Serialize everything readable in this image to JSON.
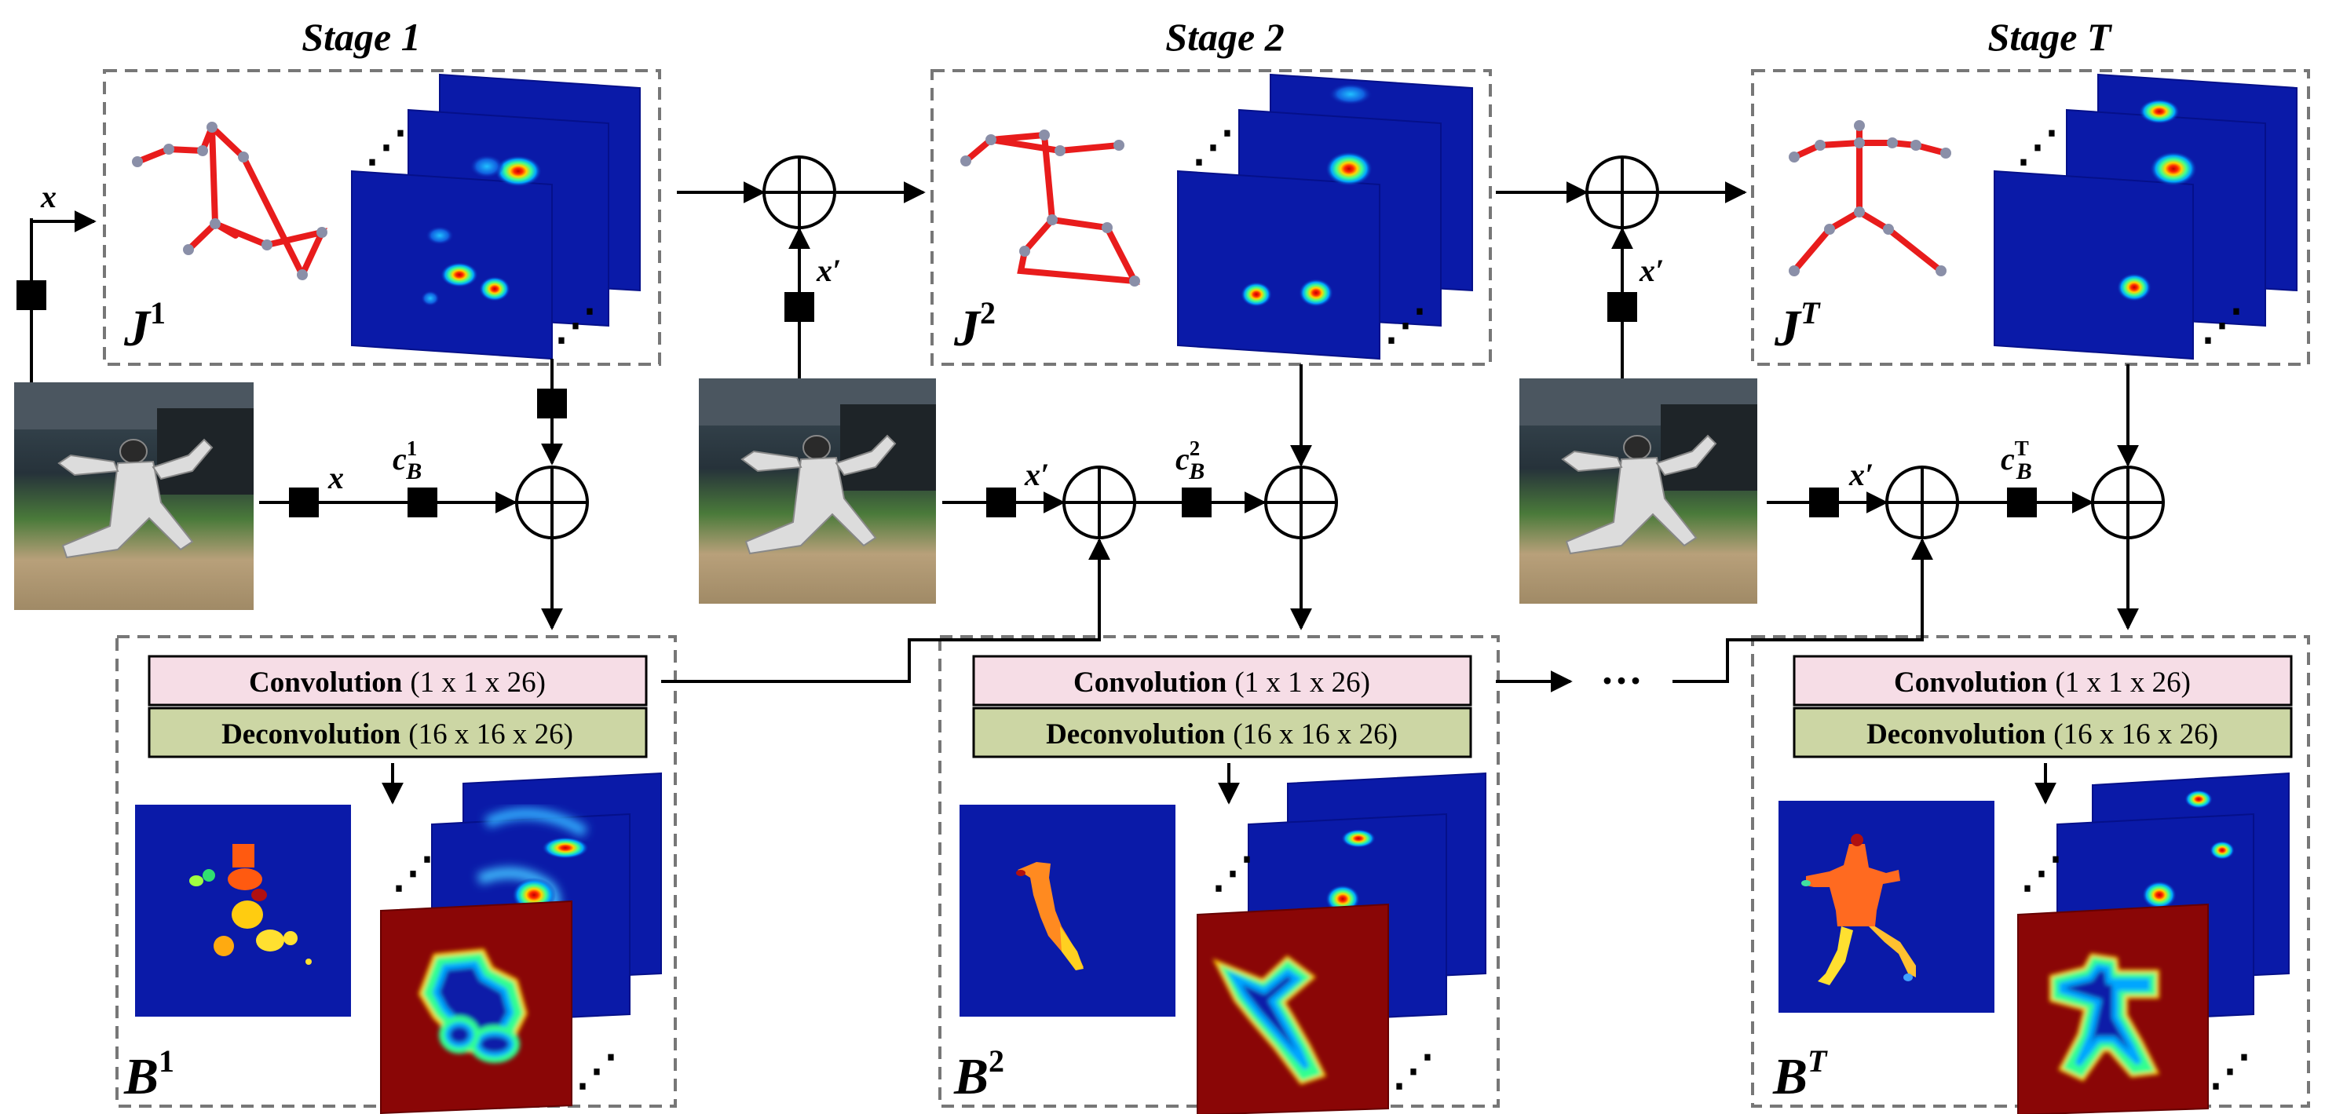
{
  "stages": [
    {
      "title": "Stage 1",
      "joint_base": "J",
      "joint_sup": "1",
      "body_base": "B",
      "body_sup": "1",
      "input_var": "x",
      "cb_base": "c",
      "cb_sub": "B",
      "cb_sup": "1",
      "conv_label": "Convolution",
      "conv_dims": "(1 x 1 x 26)",
      "deconv_label": "Deconvolution",
      "deconv_dims": "(16 x 16 x 26)"
    },
    {
      "title": "Stage 2",
      "joint_base": "J",
      "joint_sup": "2",
      "body_base": "B",
      "body_sup": "2",
      "input_var": "x′",
      "cb_base": "c",
      "cb_sub": "B",
      "cb_sup": "2",
      "conv_label": "Convolution",
      "conv_dims": "(1 x 1 x 26)",
      "deconv_label": "Deconvolution",
      "deconv_dims": "(16 x 16 x 26)"
    },
    {
      "title": "Stage T",
      "joint_base": "J",
      "joint_sup": "T",
      "body_base": "B",
      "body_sup": "T",
      "input_var": "x′",
      "cb_base": "c",
      "cb_sub": "B",
      "cb_sup": "T",
      "conv_label": "Convolution",
      "conv_dims": "(1 x 1 x 26)",
      "deconv_label": "Deconvolution",
      "deconv_dims": "(16 x 16 x 26)"
    }
  ],
  "feature_x": "x",
  "feature_xp": "x′",
  "continuation": "···",
  "ellipsis_glyph": "⋰",
  "colors": {
    "box_dash": "#777777",
    "conv_fill": "#f6dde6",
    "deconv_fill": "#ccd6a4",
    "heat_bg": "#0a1aa8",
    "heat_edge": "#05108a",
    "dist_bg": "#8a0606",
    "skeleton": "#e81c1c",
    "joint": "#8a8fa8",
    "arrow": "#000000"
  }
}
